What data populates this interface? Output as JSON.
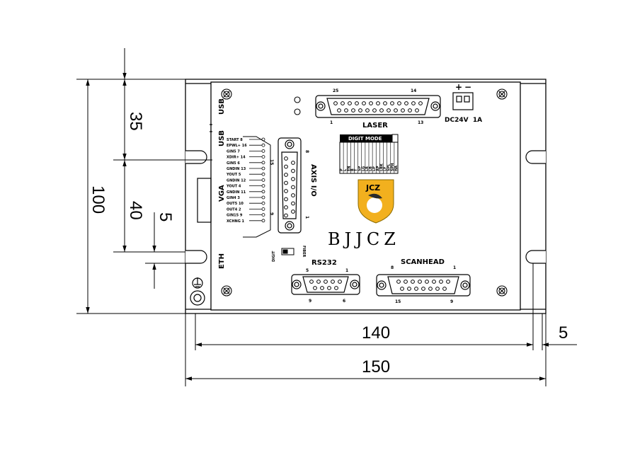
{
  "dimensions": {
    "height_total": "100",
    "height_top": "35",
    "height_mid": "40",
    "small_vertical": "5",
    "width_inner": "140",
    "width_total": "150",
    "small_horizontal": "5"
  },
  "labels": {
    "usb1": "USB",
    "usb2": "USB",
    "vga": "VGA",
    "eth": "ETH",
    "laser": "LASER",
    "laser_pin25": "25",
    "laser_pin14": "14",
    "laser_pin1": "1",
    "laser_pin13": "13",
    "power": "DC24V  1A",
    "power_plus": "+",
    "power_minus": "−",
    "digit_mode": "DIGIT MODE",
    "axis_io": "AXIS I/O",
    "axis_pin15": "15",
    "axis_pin8": "8",
    "axis_pin9": "9",
    "axis_pin1": "1",
    "brand": "BJJCZ",
    "logo_text": "JCZ",
    "rs232": "RS232",
    "rs232_pin5": "5",
    "rs232_pin1": "1",
    "rs232_pin9": "9",
    "rs232_pin6": "6",
    "scanhead": "SCANHEAD",
    "scan_pin8": "8",
    "scan_pin1": "1",
    "scan_pin15": "15",
    "scan_pin9": "9",
    "digit": "DIGIT",
    "fiber": "FIBER"
  },
  "terminal_labels": [
    "START 8",
    "EPWL+ 16",
    "GIN5 7",
    "XDIR+ 14",
    "GIN5 6",
    "GNDIN 13",
    "YOUT 5",
    "GNDIN 12",
    "YOUT 4",
    "GNDIN 11",
    "GIN4 3",
    "OUT5 10",
    "OUT4 2",
    "GIN15 9",
    "XCHNG 1"
  ],
  "digit_table_columns": [
    "P",
    "L",
    "EN",
    "B",
    "T",
    "SP",
    "LG",
    "LR",
    "LB",
    "LP",
    "AP",
    "LBK",
    "LF",
    "SPL",
    "SPH",
    "HA"
  ]
}
